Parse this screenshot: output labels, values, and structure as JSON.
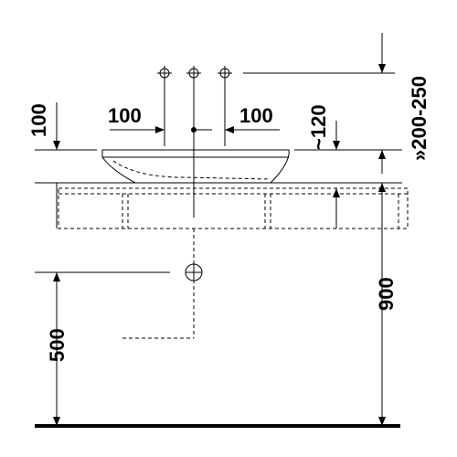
{
  "dimensions": {
    "tap_left_offset": "100",
    "tap_right_offset": "100",
    "basin_height": "100",
    "tap_top_drop": "~120",
    "tap_height": "»200-250",
    "counter_height": "900",
    "drain_height": "500"
  }
}
